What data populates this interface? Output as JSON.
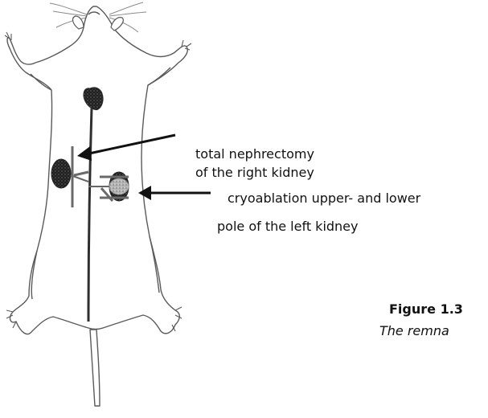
{
  "diagram": {
    "annotations": [
      {
        "id": "nephrectomy",
        "lines": [
          "total nephrectomy",
          "of the right kidney"
        ]
      },
      {
        "id": "cryoablation",
        "lines": [
          "cryoablation upper- and lower",
          "pole of the left kidney"
        ]
      }
    ],
    "figure": {
      "number": "Figure 1.3",
      "caption": "The remna"
    },
    "colors": {
      "outline": "#5a5a5a",
      "organ": "#2f2f2f",
      "arrow": "#111111",
      "ligature": "#666666",
      "ablation": "#9a9a9a"
    }
  }
}
